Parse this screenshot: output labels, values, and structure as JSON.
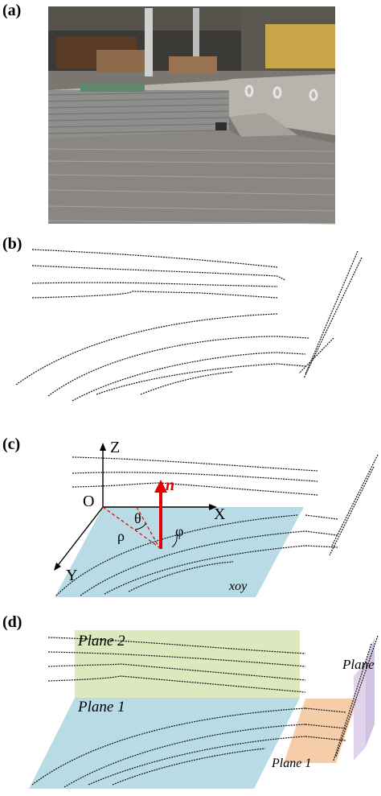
{
  "panels": {
    "a": {
      "label": "(a)"
    },
    "b": {
      "label": "(b)"
    },
    "c": {
      "label": "(c)",
      "axis_z": "Z",
      "axis_x": "X",
      "axis_y": "Y",
      "origin": "O",
      "normal": "n",
      "theta": "θ",
      "phi": "φ",
      "rho": "ρ",
      "plane_name": "xoy"
    },
    "d": {
      "label": "(d)",
      "plane2_label": "Plane 2",
      "plane1_label": "Plane 1",
      "plane_right_label": "Plane",
      "plane1_right_label": "Plane 1"
    }
  },
  "colors": {
    "ground_plane": "#b9dbe6",
    "upper_plane": "#dde8bf",
    "normal_arrow": "#e00000",
    "orange_plane": "#f5c49a",
    "purple_plane": "#c9b7df"
  }
}
